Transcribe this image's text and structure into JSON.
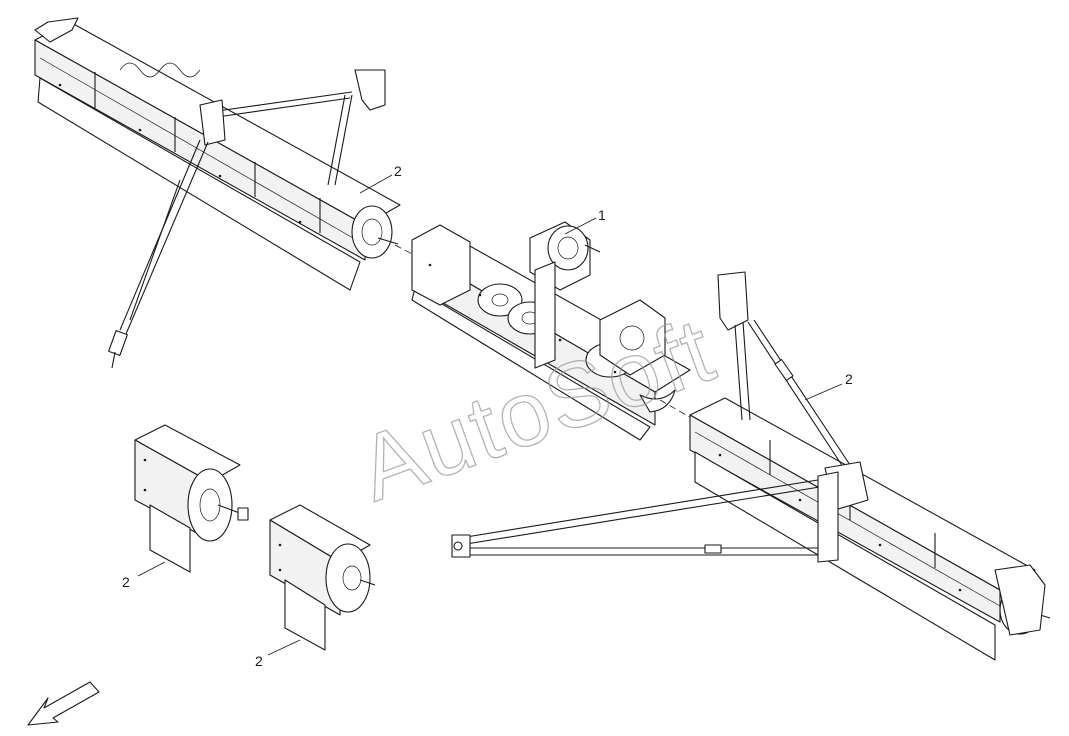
{
  "diagram": {
    "callouts": {
      "c1": "1",
      "c2_top": "2",
      "c2_right": "2",
      "c2_left_upper": "2",
      "c2_left_lower": "2"
    },
    "watermark": "AutoSoft",
    "direction_icon": "arrow-icon"
  }
}
